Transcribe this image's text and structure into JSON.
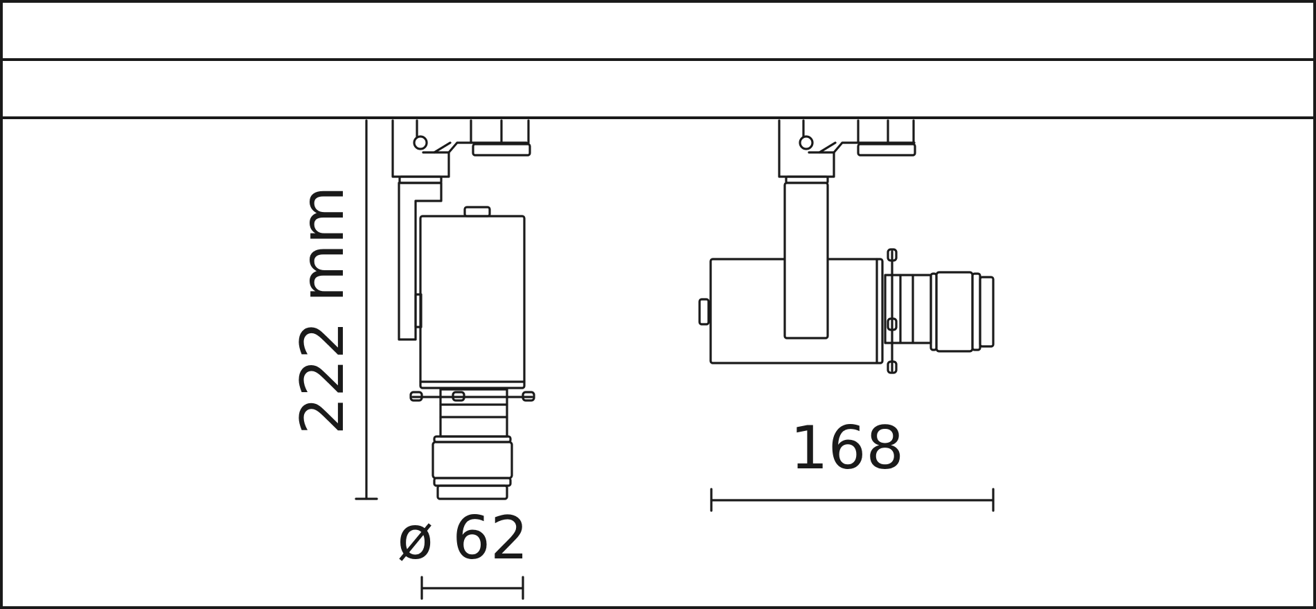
{
  "dimensions": {
    "height_label": "222 mm",
    "diameter_label": "ø 62",
    "length_label": "168"
  },
  "colors": {
    "line": "#1a1a1a",
    "background": "#ffffff"
  }
}
